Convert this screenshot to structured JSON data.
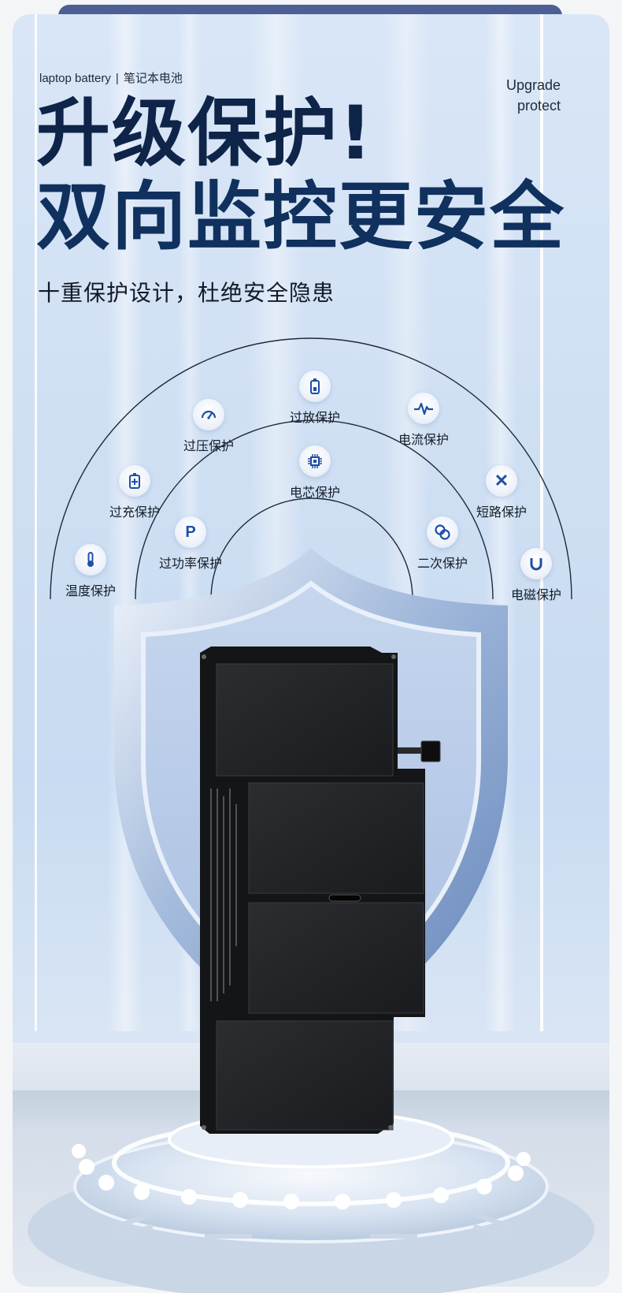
{
  "brand": {
    "en": "laptop battery",
    "separator": "|",
    "cn": "笔记本电池"
  },
  "corner_tag": {
    "line1": "Upgrade",
    "line2": "protect"
  },
  "headline": {
    "line1": "升级保护!",
    "line2": "双向监控更安全"
  },
  "subheadline": "十重保护设计，杜绝安全隐患",
  "features": [
    {
      "label": "温度保护",
      "icon": "thermometer-icon"
    },
    {
      "label": "过充保护",
      "icon": "battery-plus-icon"
    },
    {
      "label": "过压保护",
      "icon": "gauge-icon"
    },
    {
      "label": "过放保护",
      "icon": "battery-icon"
    },
    {
      "label": "电流保护",
      "icon": "pulse-icon"
    },
    {
      "label": "短路保护",
      "icon": "cross-icon"
    },
    {
      "label": "电磁保护",
      "icon": "magnet-icon"
    },
    {
      "label": "过功率保护",
      "icon": "power-p-icon"
    },
    {
      "label": "电芯保护",
      "icon": "chip-icon"
    },
    {
      "label": "二次保护",
      "icon": "double-ring-icon"
    }
  ],
  "colors": {
    "headline_dark": "#0e2448",
    "headline_blue": "#1f4c93",
    "icon_blue": "#1d4fa8",
    "background": "#d3e2f5"
  }
}
